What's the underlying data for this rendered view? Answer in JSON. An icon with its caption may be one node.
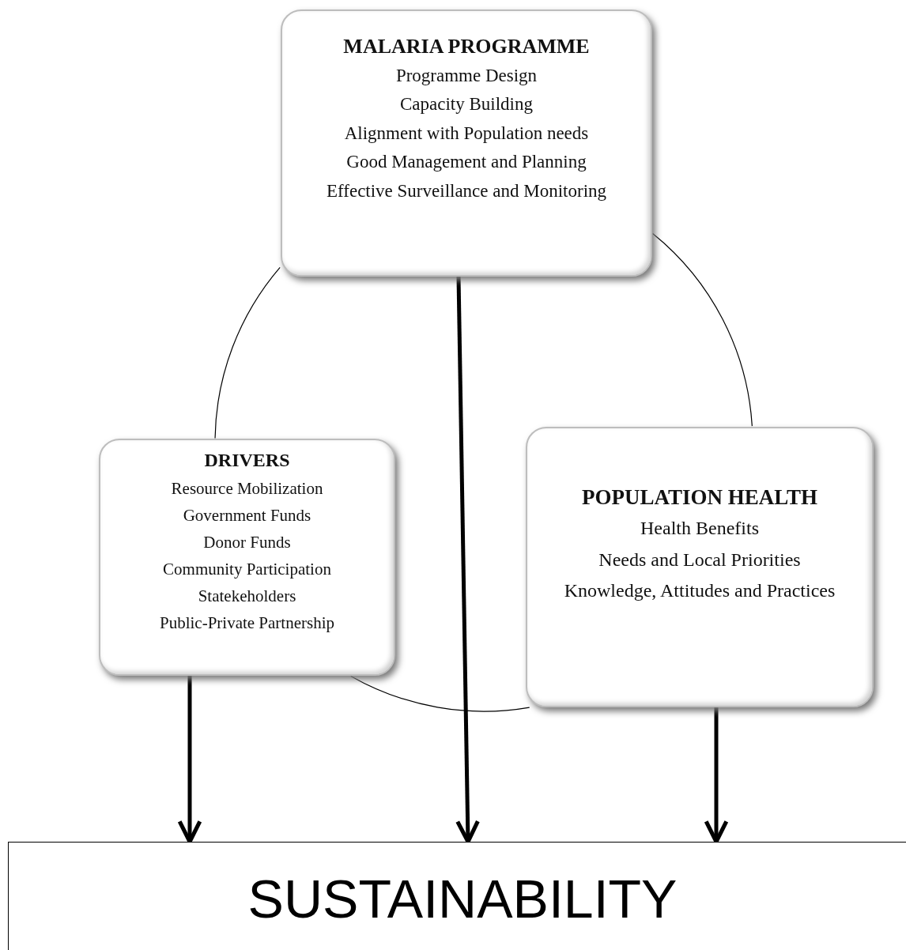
{
  "diagram": {
    "nodes": [
      {
        "text": [
          "MALARIA PROGRAMME",
          "Programme Design",
          "Capacity Building",
          "Alignment with Population needs",
          "Good Management and Planning",
          "Effective Surveillance and Monitoring"
        ]
      },
      {
        "text": [
          "DRIVERS",
          "Resource Mobilization",
          "Government Funds",
          "Donor Funds",
          "Community Participation",
          "Statekeholders",
          "Public-Private Partnership"
        ]
      },
      {
        "text": [
          "POPULATION HEALTH",
          "Health Benefits",
          "Needs and Local Priorities",
          "Knowledge, Attitudes and Practices"
        ]
      },
      {
        "text": [
          "SUSTAINABILITY"
        ]
      }
    ],
    "edges": [
      {
        "from": 0,
        "to": 1,
        "arrow": "none"
      },
      {
        "from": 0,
        "to": 2,
        "arrow": "none"
      },
      {
        "from": 1,
        "to": 2,
        "arrow": "none"
      },
      {
        "from": 1,
        "to": 3,
        "arrow": "to",
        "style": "thick"
      },
      {
        "from": 0,
        "to": 3,
        "arrow": "to",
        "style": "thick"
      },
      {
        "from": 2,
        "to": 3,
        "arrow": "to",
        "style": "thick"
      }
    ]
  }
}
